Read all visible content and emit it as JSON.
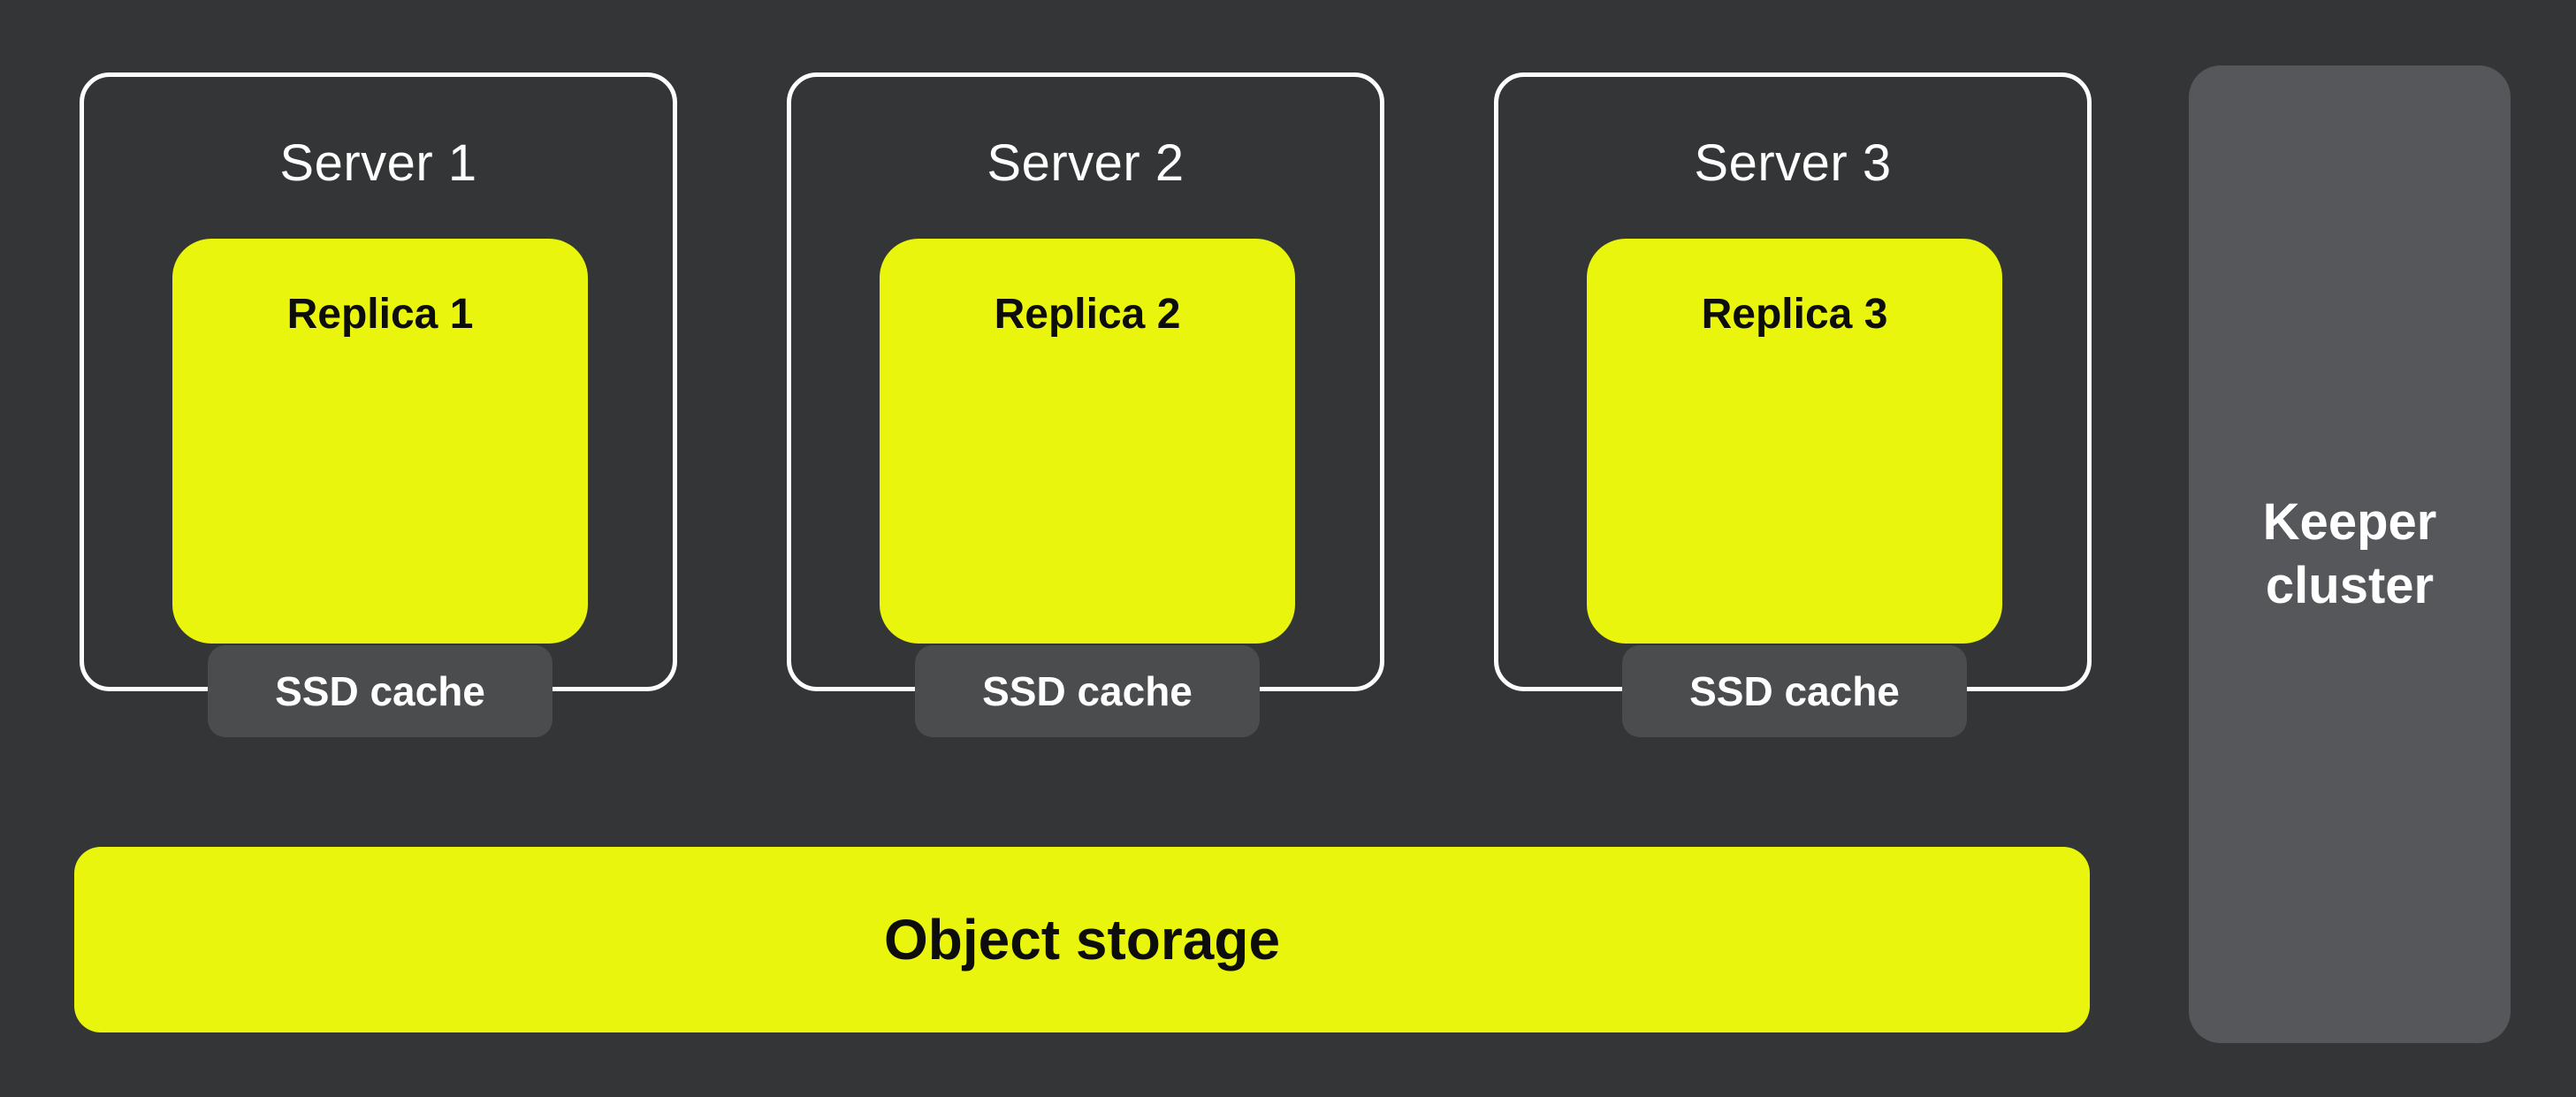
{
  "diagram": {
    "colors": {
      "background": "#343536",
      "accent_yellow": "#e9f50c",
      "ssd_cache_gray": "#4b4c4e",
      "keeper_gray": "#55575a",
      "server_border": "#ffffff",
      "text_dark": "#0d0d0d",
      "text_light": "#ffffff"
    },
    "servers": [
      {
        "title": "Server 1",
        "replica_label": "Replica 1",
        "cache_label": "SSD cache"
      },
      {
        "title": "Server 2",
        "replica_label": "Replica 2",
        "cache_label": "SSD cache"
      },
      {
        "title": "Server 3",
        "replica_label": "Replica 3",
        "cache_label": "SSD cache"
      }
    ],
    "object_storage": {
      "label": "Object storage"
    },
    "keeper_cluster": {
      "label": "Keeper cluster"
    }
  }
}
